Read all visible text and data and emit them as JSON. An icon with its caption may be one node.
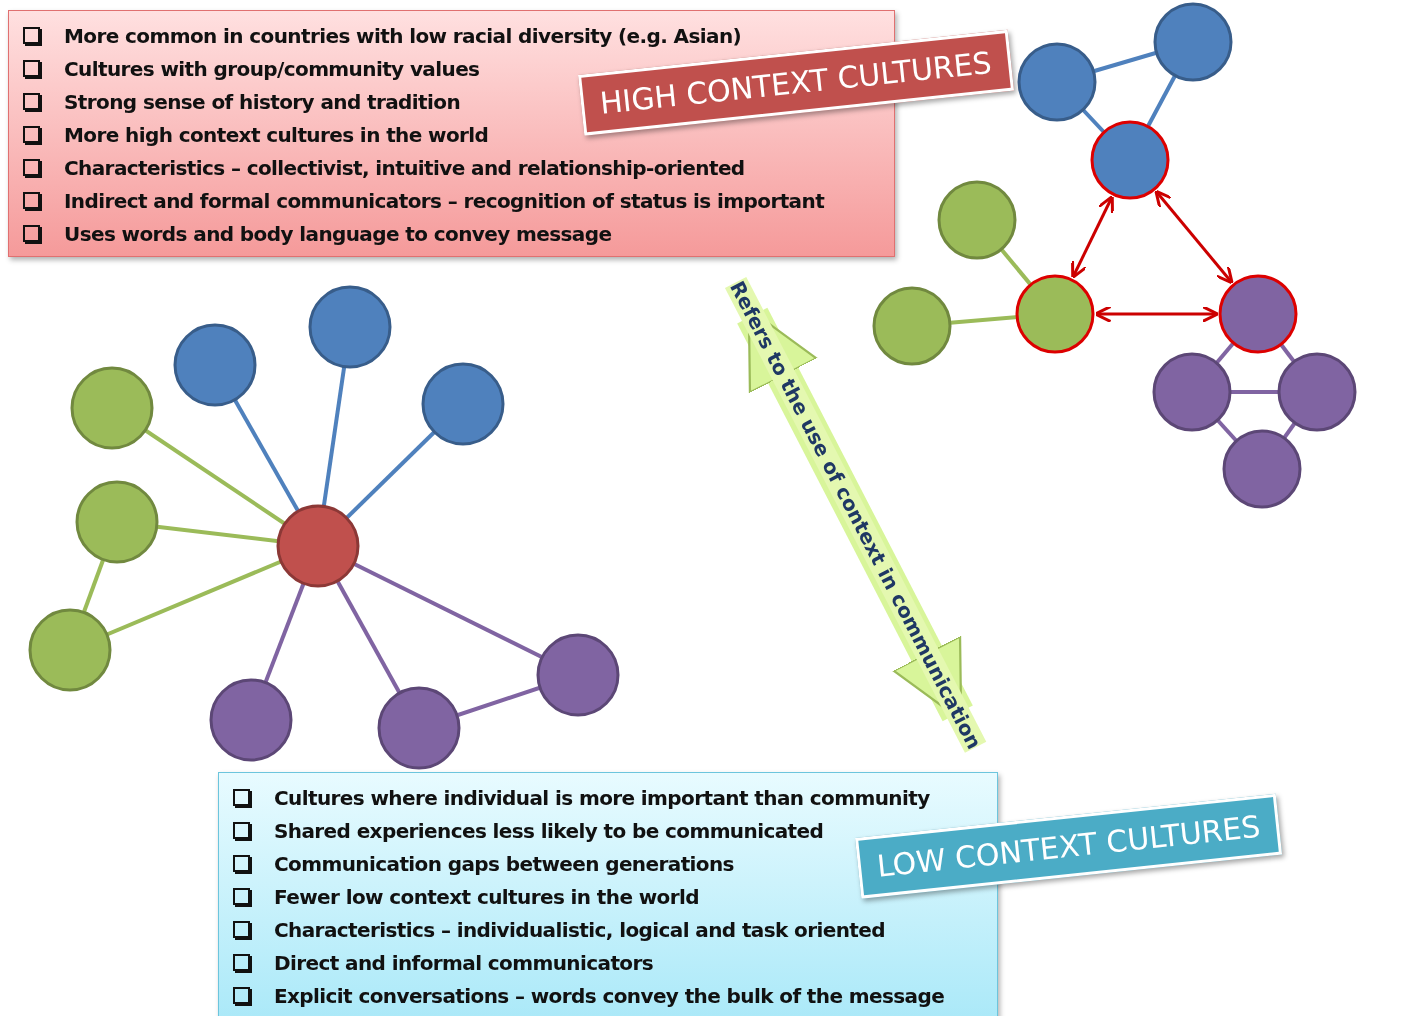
{
  "diagram": {
    "nodes": [
      {
        "text": [
          "More common in countries with low racial diversity (e.g. Asian)",
          "Cultures with group/community values",
          "Strong sense of history and tradition",
          "More high context cultures in the world",
          "Characteristics – collectivist, intuitive and relationship-oriented",
          "Indirect and formal communicators – recognition of status is important",
          "Uses words and body language to convey message"
        ]
      },
      {
        "text": [
          "HIGH CONTEXT CULTURES"
        ]
      },
      {
        "text": [
          "Cultures where individual is more important than community",
          "Shared experiences less likely to be communicated",
          "Communication gaps between generations",
          "Fewer low context cultures in the world",
          "Characteristics – individualistic, logical and task oriented",
          "Direct and informal communicators",
          "Explicit conversations – words convey the bulk of the message"
        ]
      },
      {
        "text": [
          "LOW CONTEXT CULTURES"
        ]
      }
    ],
    "edges": [
      {
        "from": 0,
        "to": 2,
        "arrow": "both",
        "label": "Refers to the use of context in communication"
      }
    ]
  }
}
